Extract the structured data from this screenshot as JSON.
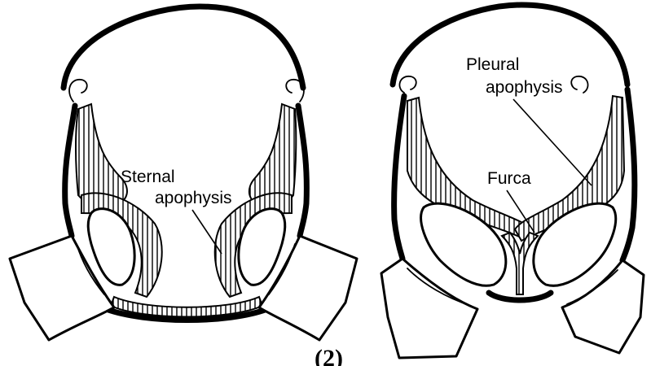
{
  "diagram": {
    "left_panel": {
      "labels": [
        "Sternal",
        "apophysis"
      ]
    },
    "right_panel": {
      "labels_pleural": [
        "Pleural",
        "apophysis"
      ],
      "label_furca": "Furca"
    },
    "caption": "(2)",
    "colors": {
      "ink": "#000000",
      "paper": "#ffffff"
    }
  }
}
